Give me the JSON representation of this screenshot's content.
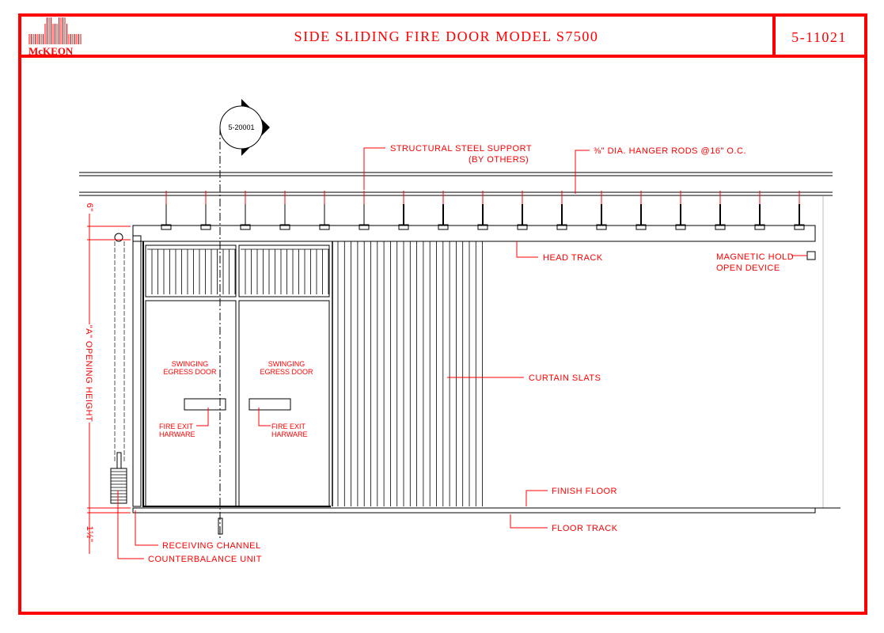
{
  "title_block": {
    "logo_text": "McKEON",
    "title": "SIDE SLIDING FIRE DOOR MODEL S7500",
    "drawing_number": "5-11021"
  },
  "section_marker": "5-20001",
  "labels": {
    "structural_steel": "STRUCTURAL STEEL SUPPORT",
    "by_others": "(BY OTHERS)",
    "hanger_rods": "⅜\" DIA. HANGER RODS @16\" O.C.",
    "head_track": "HEAD TRACK",
    "magnetic_1": "MAGNETIC HOLD",
    "magnetic_2": "OPEN DEVICE",
    "swinging_1": "SWINGING",
    "swinging_2": "EGRESS DOOR",
    "fire_exit_1": "FIRE EXIT",
    "fire_exit_2": "HARWARE",
    "curtain_slats": "CURTAIN SLATS",
    "finish_floor": "FINISH FLOOR",
    "floor_track": "FLOOR TRACK",
    "receiving_channel": "RECEIVING CHANNEL",
    "counterbalance": "COUNTERBALANCE UNIT",
    "dim_top": "6\"",
    "dim_opening": "\"A\" OPENING HEIGHT",
    "dim_bottom": "1½\""
  }
}
